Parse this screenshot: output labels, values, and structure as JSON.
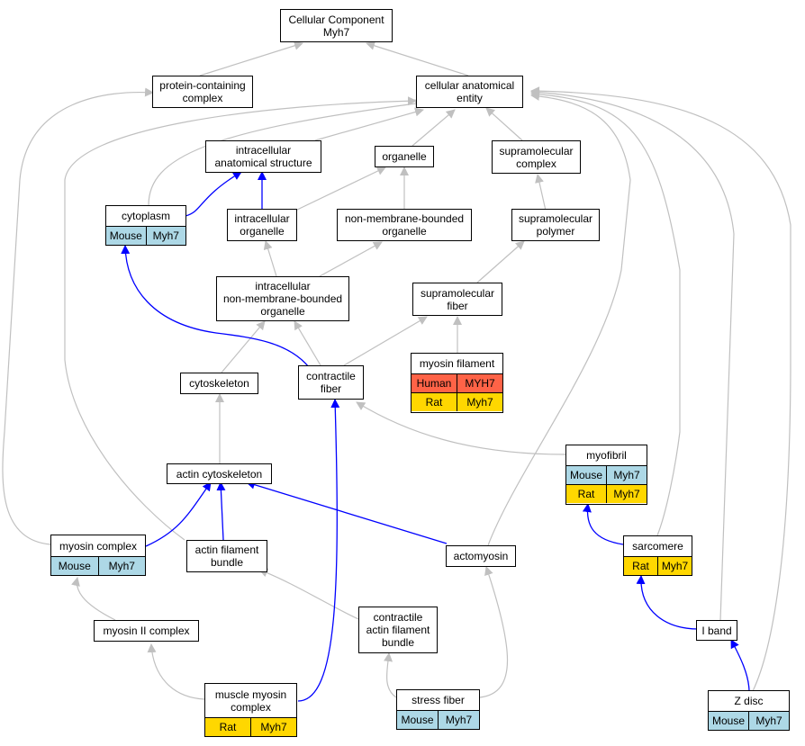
{
  "colors": {
    "mouse": "#add8e6",
    "rat": "#ffd700",
    "human": "#ff6347",
    "edge_gray": "#c0c0c0",
    "edge_blue": "#0000ff"
  },
  "nodes": {
    "root": "Cellular Component\nMyh7",
    "protein_complex": "protein-containing\ncomplex",
    "cellular_anatomical_entity": "cellular anatomical\nentity",
    "intracellular_anatomical_structure": "intracellular\nanatomical structure",
    "organelle": "organelle",
    "supramolecular_complex": "supramolecular\ncomplex",
    "intracellular_organelle": "intracellular\norganelle",
    "nonmembrane_organelle": "non-membrane-bounded\norganelle",
    "supramolecular_polymer": "supramolecular\npolymer",
    "intracellular_nonmembrane_organelle": "intracellular\nnon-membrane-bounded\norganelle",
    "supramolecular_fiber": "supramolecular\nfiber",
    "cytoskeleton": "cytoskeleton",
    "contractile_fiber": "contractile\nfiber",
    "actin_cytoskeleton": "actin cytoskeleton",
    "actin_filament_bundle": "actin filament\nbundle",
    "actomyosin": "actomyosin",
    "myosin_ii_complex": "myosin II complex",
    "contractile_actin_filament_bundle": "contractile\nactin filament\nbundle",
    "i_band": "I band",
    "cytoplasm": {
      "label": "cytoplasm",
      "rows": [
        [
          "Mouse",
          "Myh7"
        ]
      ]
    },
    "myosin_filament": {
      "label": "myosin filament",
      "rows": [
        [
          "Human",
          "MYH7"
        ],
        [
          "Rat",
          "Myh7"
        ]
      ]
    },
    "myofibril": {
      "label": "myofibril",
      "rows": [
        [
          "Mouse",
          "Myh7"
        ],
        [
          "Rat",
          "Myh7"
        ]
      ]
    },
    "myosin_complex": {
      "label": "myosin complex",
      "rows": [
        [
          "Mouse",
          "Myh7"
        ]
      ]
    },
    "sarcomere": {
      "label": "sarcomere",
      "rows": [
        [
          "Rat",
          "Myh7"
        ]
      ]
    },
    "muscle_myosin_complex": {
      "label": "muscle myosin\ncomplex",
      "rows": [
        [
          "Rat",
          "Myh7"
        ]
      ]
    },
    "stress_fiber": {
      "label": "stress fiber",
      "rows": [
        [
          "Mouse",
          "Myh7"
        ]
      ]
    },
    "z_disc": {
      "label": "Z disc",
      "rows": [
        [
          "Mouse",
          "Myh7"
        ]
      ]
    }
  }
}
